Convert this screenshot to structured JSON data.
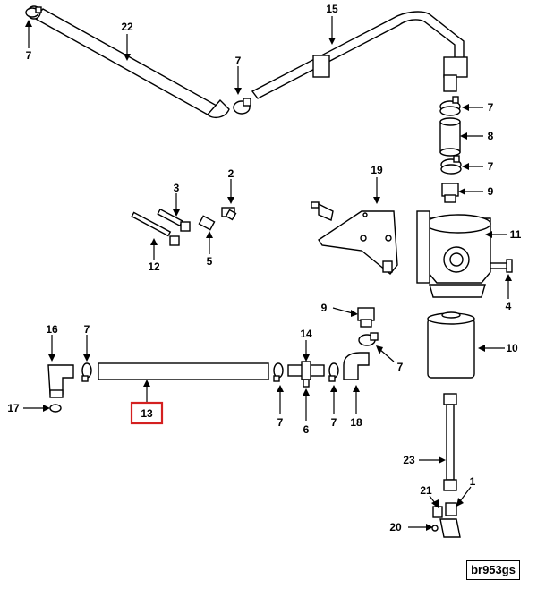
{
  "callouts": [
    {
      "id": "c1",
      "label": "1"
    },
    {
      "id": "c2",
      "label": "2"
    },
    {
      "id": "c3",
      "label": "3"
    },
    {
      "id": "c4",
      "label": "4"
    },
    {
      "id": "c5",
      "label": "5"
    },
    {
      "id": "c6",
      "label": "6"
    },
    {
      "id": "c7a",
      "label": "7"
    },
    {
      "id": "c7b",
      "label": "7"
    },
    {
      "id": "c7c",
      "label": "7"
    },
    {
      "id": "c7d",
      "label": "7"
    },
    {
      "id": "c7e",
      "label": "7"
    },
    {
      "id": "c7f",
      "label": "7"
    },
    {
      "id": "c7g",
      "label": "7"
    },
    {
      "id": "c7h",
      "label": "7"
    },
    {
      "id": "c8",
      "label": "8"
    },
    {
      "id": "c9a",
      "label": "9"
    },
    {
      "id": "c9b",
      "label": "9"
    },
    {
      "id": "c10",
      "label": "10"
    },
    {
      "id": "c11",
      "label": "11"
    },
    {
      "id": "c12",
      "label": "12"
    },
    {
      "id": "c13",
      "label": "13"
    },
    {
      "id": "c14",
      "label": "14"
    },
    {
      "id": "c15",
      "label": "15"
    },
    {
      "id": "c16",
      "label": "16"
    },
    {
      "id": "c17",
      "label": "17"
    },
    {
      "id": "c18",
      "label": "18"
    },
    {
      "id": "c19",
      "label": "19"
    },
    {
      "id": "c20",
      "label": "20"
    },
    {
      "id": "c21",
      "label": "21"
    },
    {
      "id": "c22",
      "label": "22"
    },
    {
      "id": "c23",
      "label": "23"
    }
  ],
  "highlight_color": "#d42020",
  "reference_code": "br953gs"
}
